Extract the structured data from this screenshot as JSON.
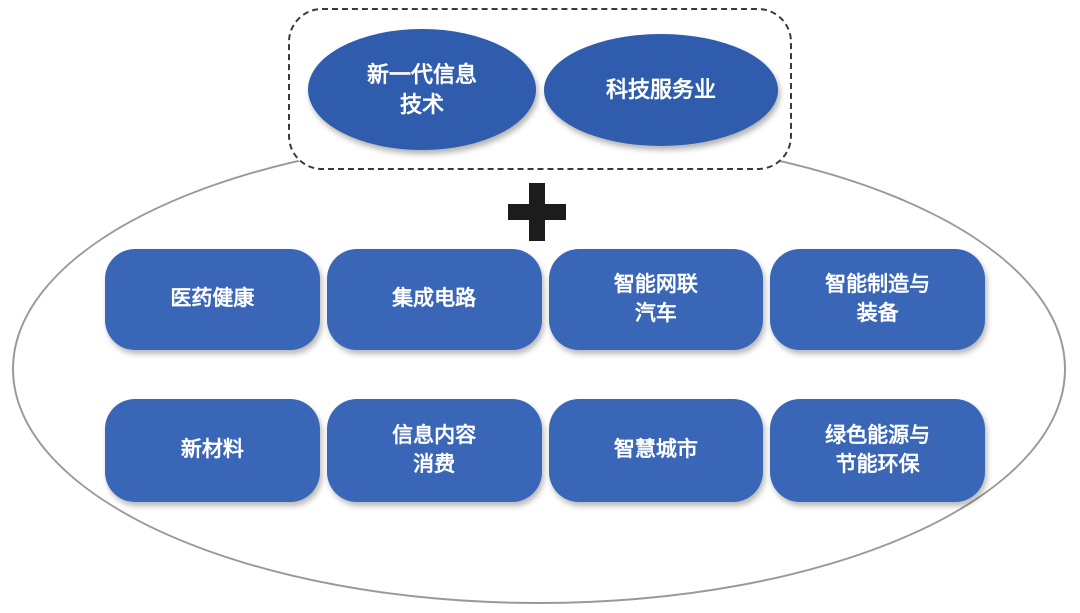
{
  "diagram": {
    "top_group": {
      "items": [
        {
          "label": "新一代信息\n技术"
        },
        {
          "label": "科技服务业"
        }
      ]
    },
    "plus_sign": "+",
    "rows": [
      {
        "items": [
          {
            "label": "医药健康"
          },
          {
            "label": "集成电路"
          },
          {
            "label": "智能网联\n汽车"
          },
          {
            "label": "智能制造与\n装备"
          }
        ]
      },
      {
        "items": [
          {
            "label": "新材料"
          },
          {
            "label": "信息内容\n消费"
          },
          {
            "label": "智慧城市"
          },
          {
            "label": "绿色能源与\n节能环保"
          }
        ]
      }
    ],
    "colors": {
      "box_blue": "#3a66b8",
      "ellipse_blue": "#2f5cac",
      "outline_gray": "#999999",
      "dashed_dark": "#3a3a3a",
      "plus_black": "#1c1c1c"
    }
  }
}
